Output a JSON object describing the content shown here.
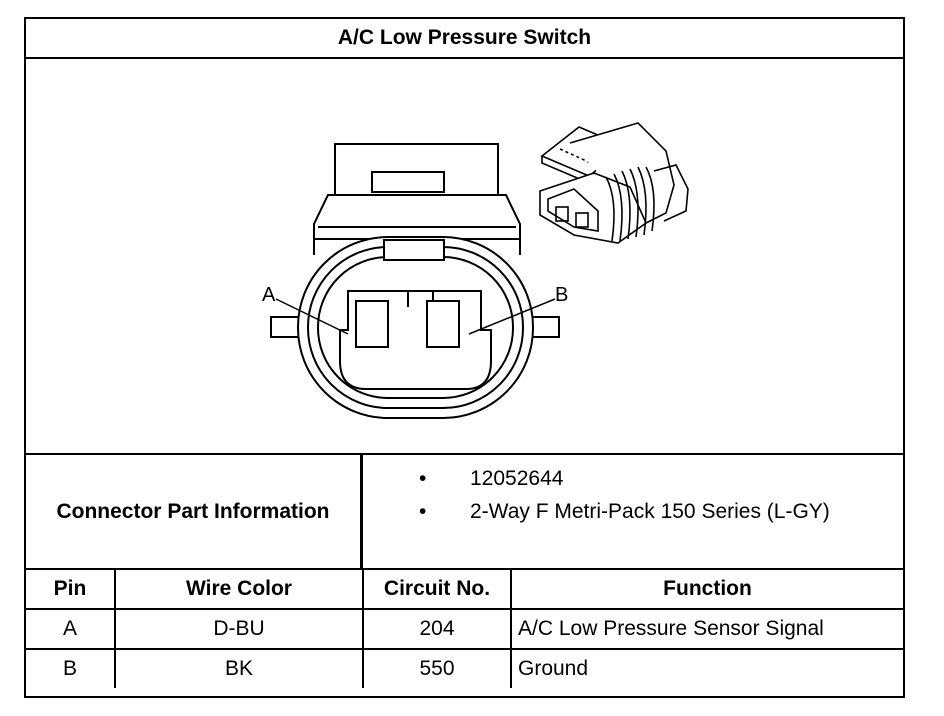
{
  "title": "A/C Low Pressure Switch",
  "diagram": {
    "pin_labels": [
      "A",
      "B"
    ]
  },
  "connector_info": {
    "label": "Connector Part Information",
    "items": [
      "12052644",
      "2-Way F Metri-Pack 150 Series (L-GY)"
    ]
  },
  "pin_table": {
    "headers": [
      "Pin",
      "Wire Color",
      "Circuit No.",
      "Function"
    ],
    "rows": [
      [
        "A",
        "D-BU",
        "204",
        "A/C Low Pressure Sensor Signal"
      ],
      [
        "B",
        "BK",
        "550",
        "Ground"
      ]
    ]
  }
}
